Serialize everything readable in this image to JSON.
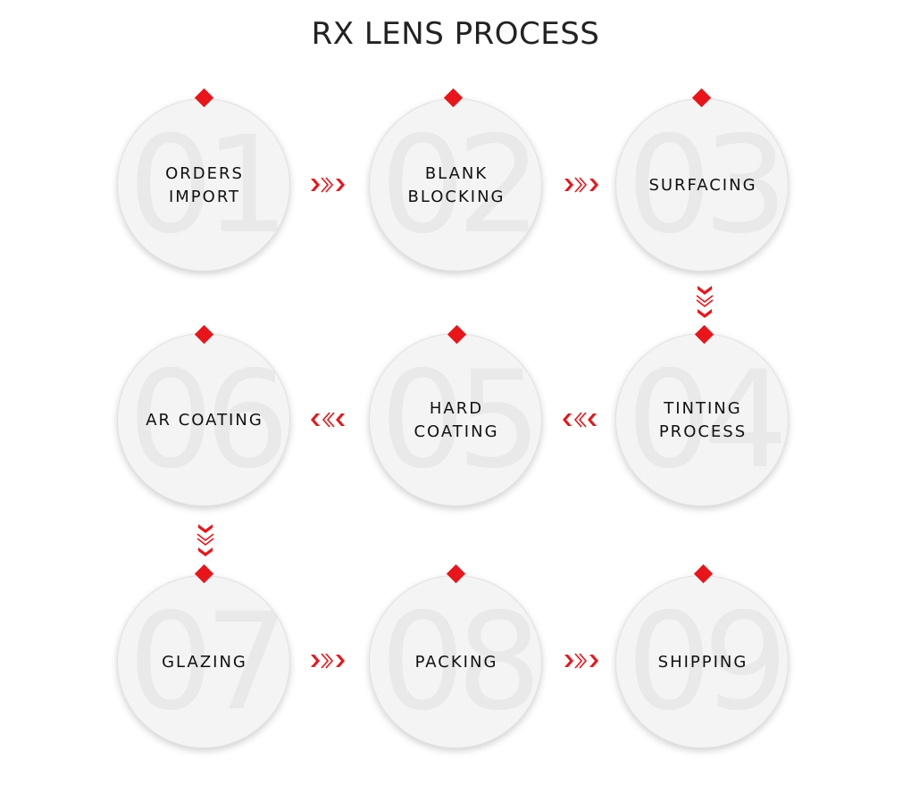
{
  "title": "RX LENS PROCESS",
  "accent_color": "#e8151b",
  "steps": [
    {
      "number": "01",
      "label": "ORDERS\nIMPORT"
    },
    {
      "number": "02",
      "label": "BLANK\nBLOCKING"
    },
    {
      "number": "03",
      "label": "SURFACING"
    },
    {
      "number": "04",
      "label": "TINTING\nPROCESS"
    },
    {
      "number": "05",
      "label": "HARD\nCOATING"
    },
    {
      "number": "06",
      "label": "AR COATING"
    },
    {
      "number": "07",
      "label": "GLAZING"
    },
    {
      "number": "08",
      "label": "PACKING"
    },
    {
      "number": "09",
      "label": "SHIPPING"
    }
  ]
}
